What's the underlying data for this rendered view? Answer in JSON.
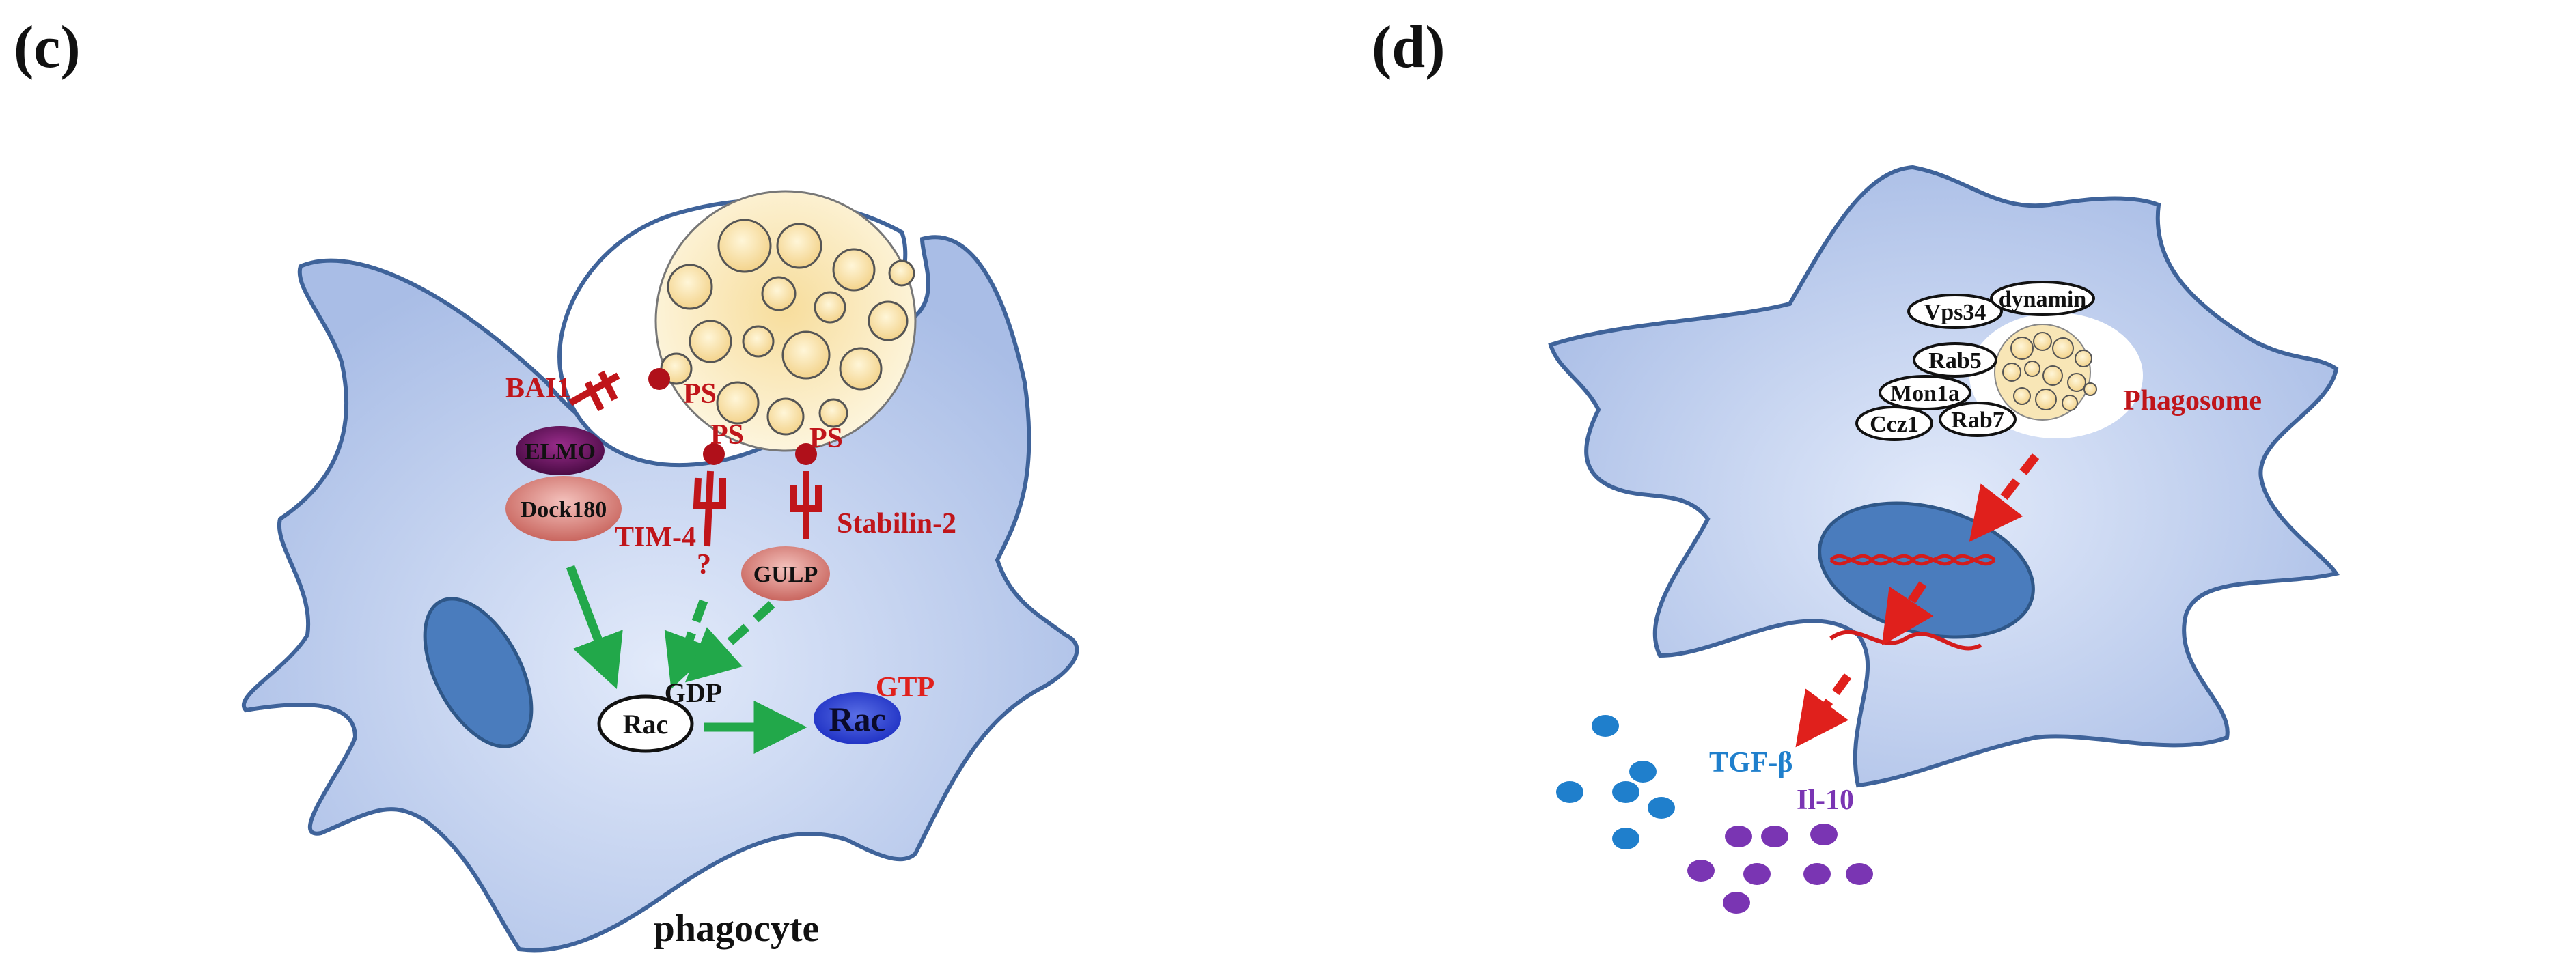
{
  "panel_c": {
    "label": "(c)",
    "caption": "phagocyte",
    "receptors": {
      "bai1": "BAI1",
      "ps": [
        "PS",
        "PS",
        "PS"
      ],
      "tim4": "TIM-4",
      "tim4_q": "?",
      "stabilin2": "Stabilin-2"
    },
    "adaptors": {
      "elmo": "ELMO",
      "dock180": "Dock180",
      "gulp": "GULP"
    },
    "rac": {
      "gdp_label": "GDP",
      "rac_gdp": "Rac",
      "gtp_label": "GTP",
      "rac_gtp": "Rac"
    }
  },
  "panel_d": {
    "label": "(d)",
    "proteins": [
      "Vps34",
      "dynamin",
      "Rab5",
      "Mon1a",
      "Ccz1",
      "Rab7"
    ],
    "phagosome": "Phagosome",
    "cytokines": {
      "tgf": "TGF-β",
      "il10": "Il-10"
    }
  },
  "colors": {
    "cell_fill": "#b7c7ea",
    "cell_stroke": "#3f639a",
    "nucleus": "#4a7cbd",
    "red_label": "#c0151a",
    "green_arrow": "#22a84a",
    "red_arrow": "#e0201c",
    "tgf_dots": "#1f7fcc",
    "il10_dots": "#7a35b3"
  }
}
